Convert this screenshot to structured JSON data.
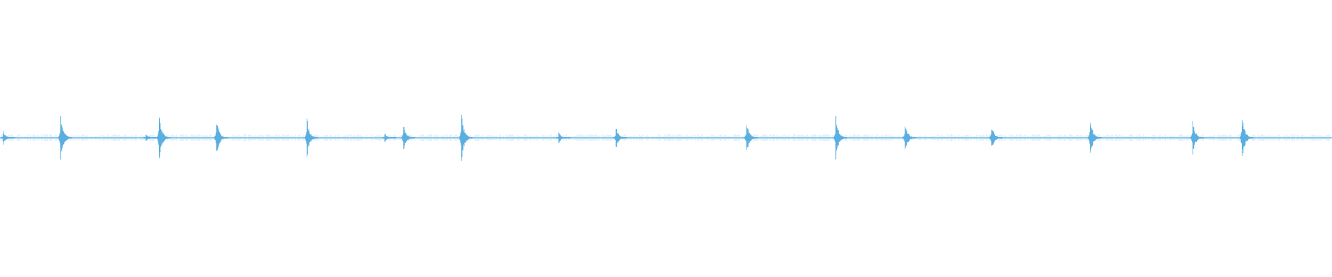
{
  "waveform": {
    "color": "#5aaee0",
    "baseline_amplitude": 0.01,
    "bursts": [
      {
        "t": 0.0025,
        "amp": 0.025
      },
      {
        "t": 0.0455,
        "amp": 0.095
      },
      {
        "t": 0.1095,
        "amp": 0.015
      },
      {
        "t": 0.1195,
        "amp": 0.085
      },
      {
        "t": 0.1625,
        "amp": 0.07
      },
      {
        "t": 0.2305,
        "amp": 0.075
      },
      {
        "t": 0.289,
        "amp": 0.015
      },
      {
        "t": 0.303,
        "amp": 0.05
      },
      {
        "t": 0.3465,
        "amp": 0.09
      },
      {
        "t": 0.4195,
        "amp": 0.02
      },
      {
        "t": 0.4625,
        "amp": 0.04
      },
      {
        "t": 0.5605,
        "amp": 0.065
      },
      {
        "t": 0.6275,
        "amp": 0.08
      },
      {
        "t": 0.6795,
        "amp": 0.055
      },
      {
        "t": 0.7445,
        "amp": 0.05
      },
      {
        "t": 0.8185,
        "amp": 0.075
      },
      {
        "t": 0.8955,
        "amp": 0.065
      },
      {
        "t": 0.9325,
        "amp": 0.085
      }
    ]
  }
}
